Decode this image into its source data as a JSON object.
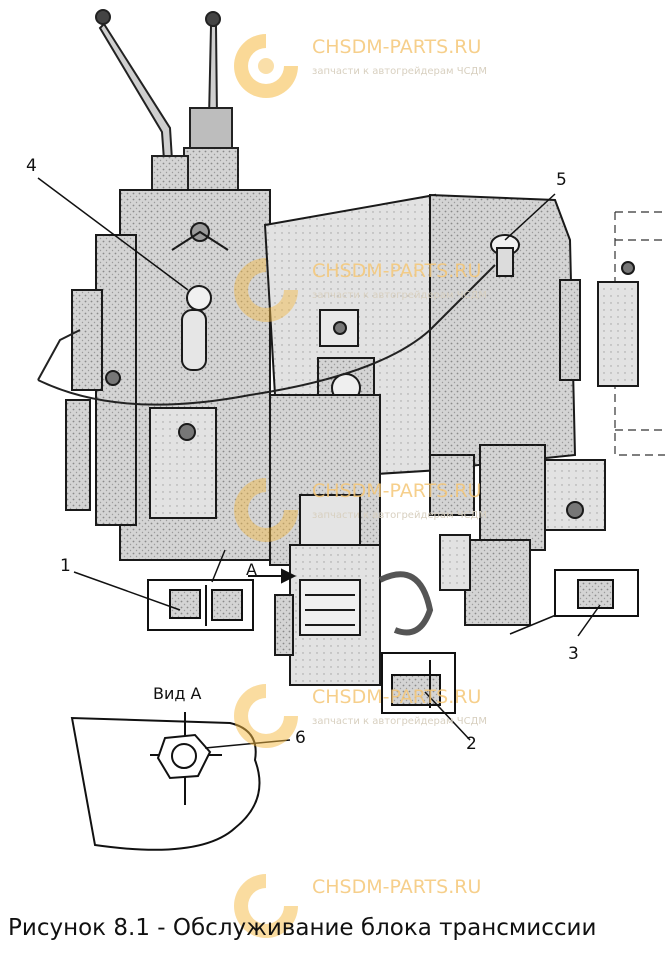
{
  "figure": {
    "caption": "Рисунок 8.1 - Обслуживание блока трансмиссии",
    "view_label": "Вид А",
    "arrow_label": "A",
    "callouts": [
      "1",
      "2",
      "3",
      "4",
      "5",
      "6"
    ]
  },
  "watermark": {
    "brand": "CHSDM-PARTS.RU",
    "subtitle": "запчасти к автогрейдерам ЧСДМ",
    "logo_icon": "gear-logo-icon",
    "color": "#f5b941"
  }
}
